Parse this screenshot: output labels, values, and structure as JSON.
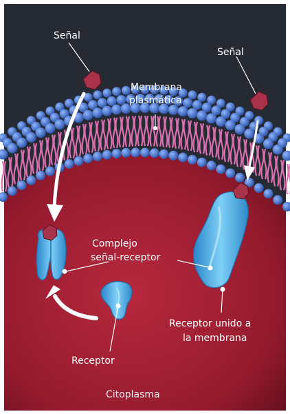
{
  "labels": {
    "signal_left": "Señal",
    "signal_right": "Señal",
    "membrane_line1": "Membrana",
    "membrane_line2": "plasmática",
    "complex_line1": "Complejo",
    "complex_line2": "señal-receptor",
    "bound_line1": "Receptor unido a",
    "bound_line2": "la membrana",
    "receptor": "Receptor",
    "cytoplasm": "Citoplasma"
  },
  "colors": {
    "background_dark": "#262a33",
    "cytoplasm": "#9c1d31",
    "membrane_head": "#3f6fd0",
    "lipid_tail": "#d86fae",
    "receptor": "#5eb7ea",
    "signal": "#a8324a"
  }
}
